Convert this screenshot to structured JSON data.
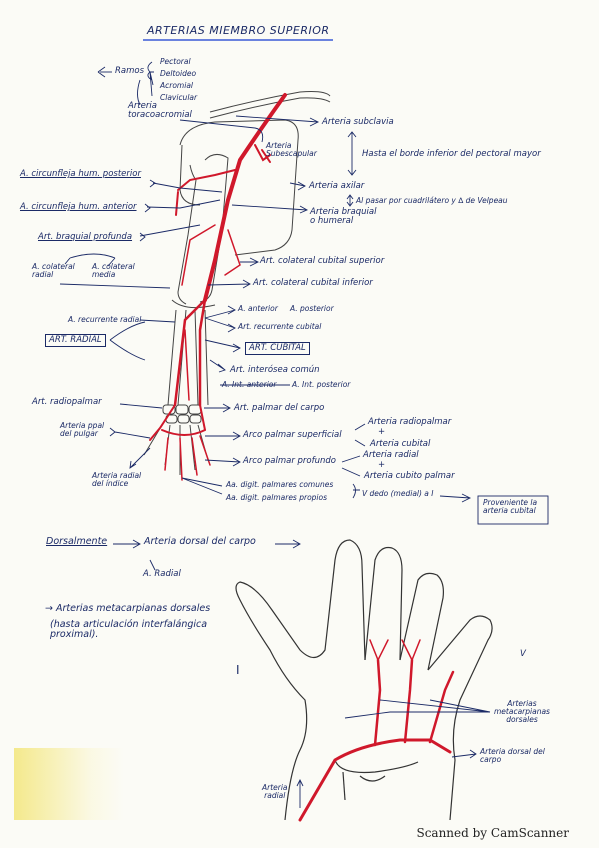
{
  "title": "ARTERIAS MIEMBRO SUPERIOR",
  "labels": {
    "ramos": "Ramos",
    "pectoral": "Pectoral",
    "deltoideo": "Deltoideo",
    "acromial": "Acromial",
    "clavicular": "Clavicular",
    "arteria_toraco": "Arteria\ntoracoacromial",
    "art_subescapular": "Arteria\nSubescapular",
    "arteria_subclavia": "Arteria subclavia",
    "hasta_borde": "Hasta el borde inferior del pectoral mayor",
    "arteria_axilar": "Arteria axilar",
    "al_pasar": "Al pasar por cuadrilátero y ∆ de Velpeau",
    "circ_post": "A. circunfleja hum. posterior",
    "circ_ant": "A. circunfleja hum. anterior",
    "arteria_braquial": "Arteria braquial\no humeral",
    "art_braq_prof": "Art. braquial profunda",
    "a_colat_radial": "A. colateral\nradial",
    "a_colat_media": "A. colateral\nmedia",
    "art_colat_cub_sup": "Art. colateral cubital superior",
    "art_colat_cub_inf": "Art. colateral cubital inferior",
    "a_recurrente_radial": "A. recurrente radial",
    "a_anterior": "A. anterior",
    "a_posterior": "A. posterior",
    "art_recurrente_cubital": "Art. recurrente cubital",
    "art_radial": "ART. RADIAL",
    "art_cubital": "ART. CUBITAL",
    "art_interosea": "Art. interósea común",
    "a_int_anterior": "A. Int. anterior",
    "a_int_posterior": "A. Int. posterior",
    "art_radiopalmar": "Art. radiopalmar",
    "art_palmar_carpo": "Art. palmar del carpo",
    "arteria_ppal_pulgar": "Arteria ppal\ndel pulgar",
    "arco_superficial": "Arco palmar superficial",
    "arteria_radiopalmar": "Arteria radiopalmar",
    "arteria_cubital": "Arteria cubital",
    "arco_profundo": "Arco palmar profundo",
    "arteria_radial2": "Arteria radial",
    "arteria_cubito_palmar": "Arteria cubito palmar",
    "arteria_radial_indice": "Arteria radial\ndel índice",
    "aa_dig_comunes": "Aa. digit. palmares comunes",
    "aa_dig_propios": "Aa. digit. palmares propios",
    "v_dedo": "V dedo (medial) a I",
    "v": "V",
    "proveniente": "Proveniente la\narteria cubital",
    "dorsalmente": "Dorsalmente",
    "arteria_dorsal_carpo": "Arteria dorsal del carpo",
    "a_radial": "A. Radial",
    "aa_metacarpianas": "→ Arterias metacarpianas dorsales",
    "hasta_articulacion": "(hasta articulación interfalángica\nproximal).",
    "roman_i": "I",
    "roman_v": "V",
    "arterias_meta_dors": "Arterias\nmetacarpianas\ndorsales",
    "arteria_dorsal_carpo2": "Arteria dorsal del\ncarpo",
    "arteria_radial3": "Arteria\nradial",
    "plus1": "+",
    "plus2": "+"
  },
  "footer": "Scanned by CamScanner",
  "colors": {
    "ink": "#1b2a66",
    "artery": "#d0182b",
    "bone": "#444444"
  }
}
